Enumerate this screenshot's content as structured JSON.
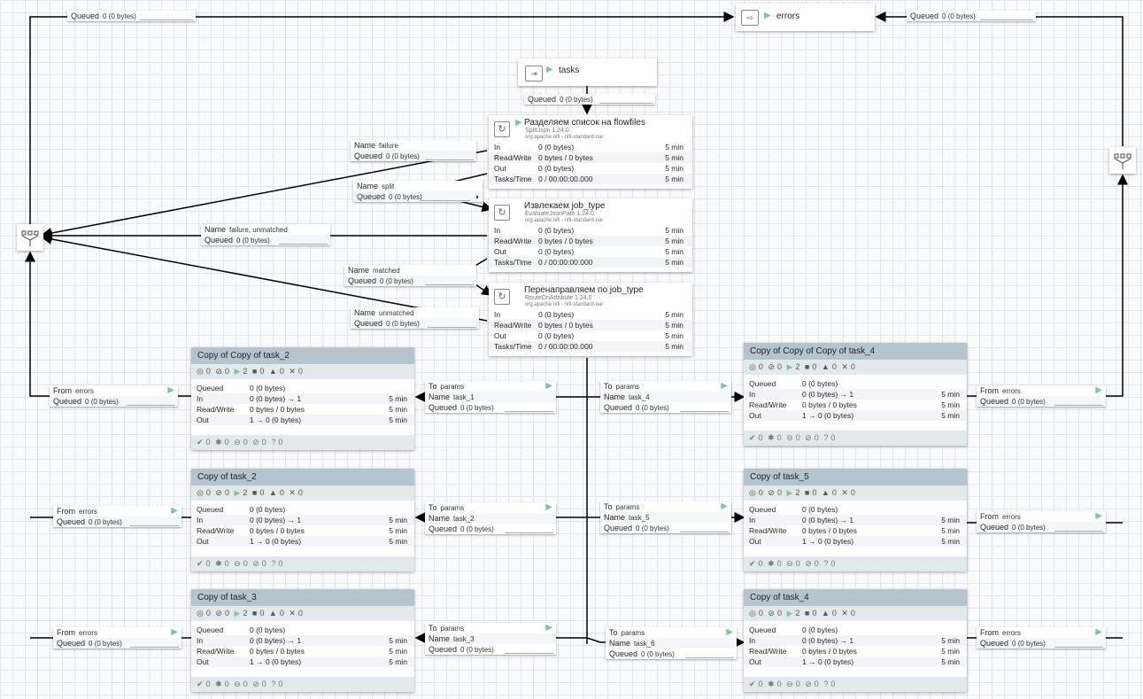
{
  "colors": {
    "accent": "#7dc7a0",
    "group_header": "#b5c4cd",
    "group_bar": "#e3e8eb"
  },
  "icons": {
    "running": "play-icon",
    "funnel": "funnel-icon",
    "port": "output-port-icon",
    "processor": "processor-refresh-icon"
  },
  "ports": {
    "tasks": {
      "name": "tasks"
    },
    "errors": {
      "name": "errors"
    }
  },
  "queue": {
    "queued_label": "Queued",
    "name_label": "Name",
    "value": "0 (0 bytes)"
  },
  "labels": {
    "from": "From",
    "to": "To",
    "params": "params",
    "errors": "errors"
  },
  "connections": {
    "failure": "failure",
    "split": "split",
    "failure_unmatched": "failure, unmatched",
    "matched": "matched",
    "unmatched": "unmatched",
    "task_1": "task_1",
    "task_2": "task_2",
    "task_3": "task_3",
    "task_4": "task_4",
    "task_5": "task_5",
    "task_6": "task_6"
  },
  "processors": [
    {
      "title": "Разделяем список на flowfiles",
      "type": "SplitJson 1.24.0",
      "bundle": "org.apache.nifi - nifi-standard-nar"
    },
    {
      "title": "Извлекаем job_type",
      "type": "EvaluateJsonPath 1.24.0",
      "bundle": "org.apache.nifi - nifi-standard-nar"
    },
    {
      "title": "Перенаправляем по job_type",
      "type": "RouteOnAttribute 1.24.0",
      "bundle": "org.apache.nifi - nifi-standard-nar"
    }
  ],
  "proc_stats": {
    "in_label": "In",
    "rw_label": "Read/Write",
    "out_label": "Out",
    "tasks_label": "Tasks/Time",
    "in": "0 (0 bytes)",
    "rw": "0 bytes / 0 bytes",
    "out": "0 (0 bytes)",
    "tasks": "0 / 00:00:00.000",
    "time": "5 min"
  },
  "groups": [
    {
      "title": "Copy of Copy of task_2"
    },
    {
      "title": "Copy of task_2"
    },
    {
      "title": "Copy of task_3"
    },
    {
      "title": "Copy of Copy of Copy of task_4"
    },
    {
      "title": "Copy of task_5"
    },
    {
      "title": "Copy of task_4"
    }
  ],
  "group_stats": {
    "queued_label": "Queued",
    "in_label": "In",
    "rw_label": "Read/Write",
    "out_label": "Out",
    "queued": "0 (0 bytes)",
    "in": "0 (0 bytes) → 1",
    "rw": "0 bytes / 0 bytes",
    "out": "1 → 0 (0 bytes)",
    "time": "5 min",
    "counts": {
      "transmitting": "0",
      "not_transmitting": "0",
      "running": "2",
      "stopped": "0",
      "invalid": "0",
      "disabled": "0"
    },
    "footer": {
      "up_to_date": "0",
      "locally_modified": "0",
      "stale": "0",
      "modified_stale": "0",
      "sync_failure": "0"
    }
  }
}
